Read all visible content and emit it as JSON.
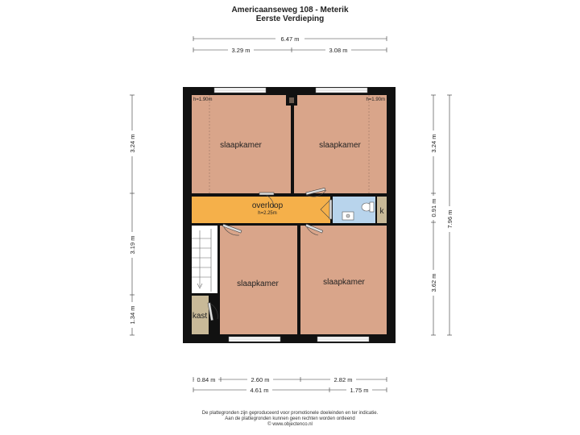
{
  "header": {
    "title": "Americaanseweg 108 - Meterik",
    "subtitle": "Eerste Verdieping"
  },
  "dimensions": {
    "top_total": "6.47 m",
    "top_left": "3.29 m",
    "top_right": "3.08 m",
    "left_1": "3.24 m",
    "left_2": "3.19 m",
    "left_3": "1.34 m",
    "right_1": "3.24 m",
    "right_2": "0.91 m",
    "right_3": "3.62 m",
    "right_total": "7.96 m",
    "bottom_a1": "0.84 m",
    "bottom_a2": "2.60 m",
    "bottom_a3": "2.82 m",
    "bottom_b1": "4.61 m",
    "bottom_b2": "1.75 m"
  },
  "rooms": {
    "bedroom_tl": "slaapkamer",
    "bedroom_tr": "slaapkamer",
    "bedroom_bl": "slaapkamer",
    "bedroom_br": "slaapkamer",
    "landing": "overloop",
    "landing_height": "h=2.25m",
    "height_left": "h=1.90m",
    "height_right": "h=1.90m",
    "closet": "kast",
    "k": "k"
  },
  "footer": {
    "line1": "De plattegronden zijn geproduceerd voor promotionele doeleinden en ter indicatie.",
    "line2": "Aan de plattegronden kunnen geen rechten worden ontleend",
    "line3": "© www.objectenco.nl"
  },
  "colors": {
    "room": "#d9a58a",
    "landing": "#f5b04a",
    "bathroom": "#b8d4ec",
    "closet": "#c8b998",
    "wall": "#111111"
  }
}
